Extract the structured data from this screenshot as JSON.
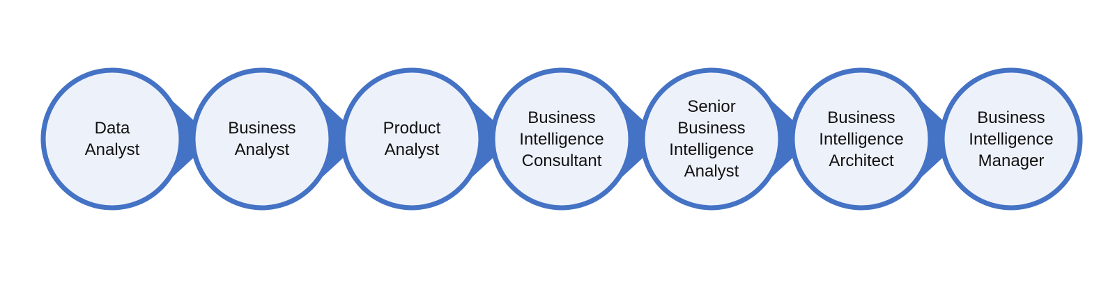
{
  "colors": {
    "stroke": "#4472C4",
    "fill": "#EDF1FA",
    "arrow": "#4472C4",
    "text": "#111111"
  },
  "nodes": [
    {
      "lines": [
        "Data",
        "Analyst"
      ]
    },
    {
      "lines": [
        "Business",
        "Analyst"
      ]
    },
    {
      "lines": [
        "Product",
        "Analyst"
      ]
    },
    {
      "lines": [
        "Business",
        "Intelligence",
        "Consultant"
      ]
    },
    {
      "lines": [
        "Senior",
        "Business",
        "Intelligence",
        "Analyst"
      ]
    },
    {
      "lines": [
        "Business",
        "Intelligence",
        "Architect"
      ]
    },
    {
      "lines": [
        "Business",
        "Intelligence",
        "Manager"
      ]
    }
  ]
}
